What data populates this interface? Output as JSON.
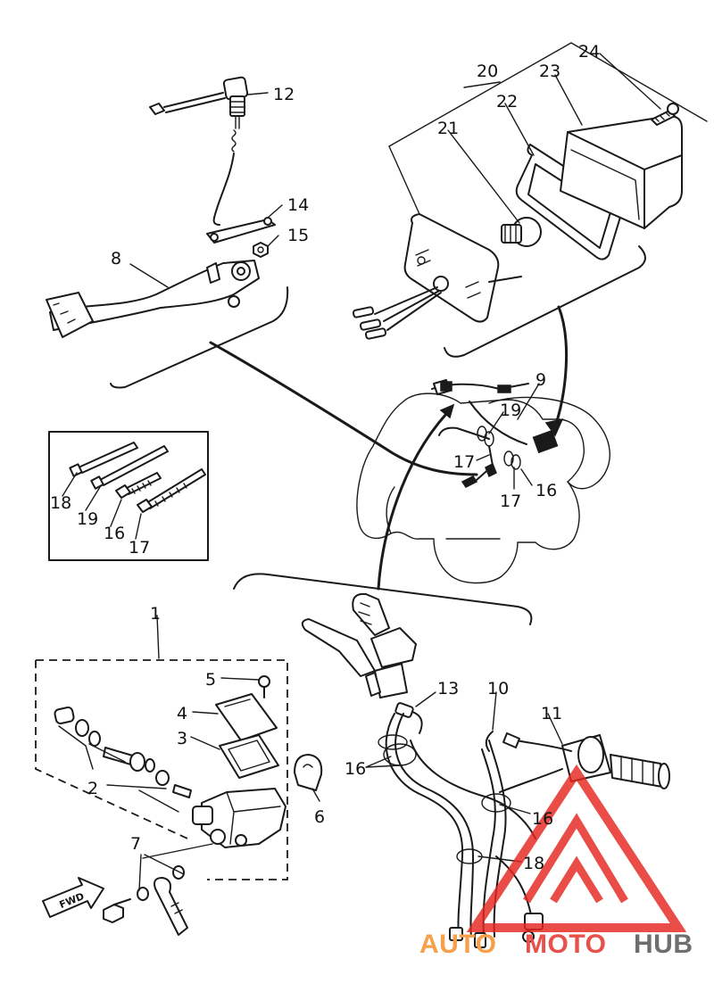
{
  "callouts": {
    "n1": "1",
    "n2": "2",
    "n3": "3",
    "n4": "4",
    "n5": "5",
    "n6": "6",
    "n7": "7",
    "n8": "8",
    "n9": "9",
    "n10": "10",
    "n11": "11",
    "n12": "12",
    "n13": "13",
    "n14": "14",
    "n15": "15",
    "n16_a": "16",
    "n16_b": "16",
    "n16_c": "16",
    "n16_d": "16",
    "n17_a": "17",
    "n17_b": "17",
    "n17_c": "17",
    "n18_a": "18",
    "n18_b": "18",
    "n19_a": "19",
    "n19_b": "19",
    "n20": "20",
    "n21": "21",
    "n22": "22",
    "n23": "23",
    "n24": "24"
  },
  "fwd_label": "FWD",
  "watermark": {
    "part1": "AUTO",
    "part2": "MOTO",
    "part3": "HUB",
    "colors": {
      "orange": "#f6a04a",
      "red": "#e8504a",
      "gray": "#6e6e6e",
      "logo_red": "#e6261f"
    }
  }
}
